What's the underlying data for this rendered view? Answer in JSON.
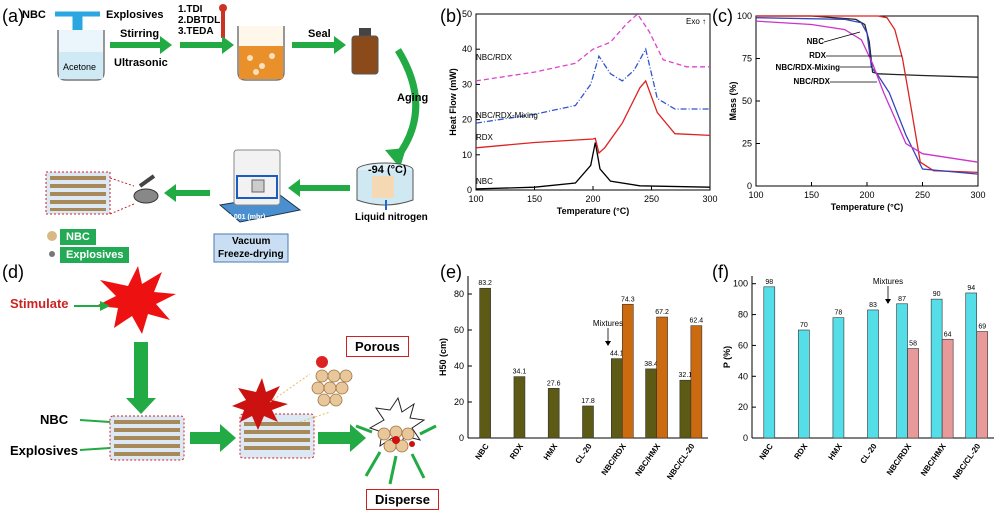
{
  "panel_labels": {
    "a": "(a)",
    "b": "(b)",
    "c": "(c)",
    "d": "(d)",
    "e": "(e)",
    "f": "(f)"
  },
  "panel_a": {
    "nbc": "NBC",
    "explosives": "Explosives",
    "acetone": "Acetone",
    "stirring": "Stirring",
    "ultrasonic": "Ultrasonic",
    "reagents": [
      "1.TDI",
      "2.DBTDL",
      "3.TEDA"
    ],
    "seal": "Seal",
    "aging": "Aging",
    "temp": "-94 (°C)",
    "liquid_nitrogen": "Liquid nitrogen",
    "pressure": "0.001 (mbr)",
    "vacuum": "Vacuum",
    "freeze": "Freeze-drying",
    "legend_nbc": "NBC",
    "legend_explosives": "Explosives"
  },
  "panel_d": {
    "stimulate": "Stimulate",
    "porous": "Porous",
    "nbc": "NBC",
    "explosives": "Explosives",
    "disperse": "Disperse"
  },
  "chart_data": [
    {
      "type": "line",
      "panel": "b",
      "xlabel": "Temperature (°C)",
      "ylabel": "Heat Flow (mW)",
      "xlim": [
        100,
        300
      ],
      "ylim": [
        0,
        50
      ],
      "xticks": [
        100,
        150,
        200,
        250,
        300
      ],
      "yticks": [
        0,
        10,
        20,
        30,
        40,
        50
      ],
      "annotation": "Exo",
      "series": [
        {
          "name": "NBC",
          "color": "#000000",
          "style": "solid",
          "x": [
            100,
            150,
            185,
            198,
            202,
            206,
            215,
            240,
            300
          ],
          "y": [
            0.3,
            0.8,
            2.0,
            7.0,
            13.5,
            6.0,
            2.5,
            1.2,
            0.8
          ]
        },
        {
          "name": "RDX",
          "color": "#dd2222",
          "style": "solid",
          "x": [
            100,
            150,
            200,
            202,
            205,
            210,
            225,
            240,
            245,
            255,
            270,
            300
          ],
          "y": [
            12,
            13.5,
            14.5,
            14.7,
            10.5,
            12.0,
            19,
            29,
            31,
            22,
            16,
            15.5
          ]
        },
        {
          "name": "NBC/RDX-Mixing",
          "color": "#3355cc",
          "style": "dashdot",
          "x": [
            100,
            150,
            185,
            198,
            205,
            215,
            225,
            235,
            245,
            255,
            270,
            300
          ],
          "y": [
            19,
            21.5,
            24,
            30,
            38,
            33,
            31,
            34,
            40,
            26,
            23,
            23
          ]
        },
        {
          "name": "NBC/RDX",
          "color": "#dd44cc",
          "style": "dash",
          "x": [
            100,
            150,
            185,
            200,
            215,
            228,
            238,
            248,
            260,
            280,
            300
          ],
          "y": [
            31,
            33.5,
            36,
            40,
            42,
            47,
            50,
            45,
            37,
            35,
            35
          ]
        }
      ]
    },
    {
      "type": "line",
      "panel": "c",
      "xlabel": "Temperature (°C)",
      "ylabel": "Mass (%)",
      "xlim": [
        100,
        300
      ],
      "ylim": [
        0,
        100
      ],
      "xticks": [
        100,
        150,
        200,
        250,
        300
      ],
      "yticks": [
        0,
        25,
        50,
        75,
        100
      ],
      "series": [
        {
          "name": "NBC",
          "color": "#222222",
          "x": [
            100,
            150,
            190,
            198,
            202,
            205,
            210,
            250,
            300
          ],
          "y": [
            100,
            100,
            98,
            95,
            85,
            67,
            66,
            65,
            64
          ]
        },
        {
          "name": "RDX",
          "color": "#dd2222",
          "x": [
            100,
            180,
            210,
            218,
            225,
            232,
            240,
            248,
            260,
            300
          ],
          "y": [
            100,
            100,
            100,
            99,
            92,
            75,
            45,
            14,
            9,
            8
          ]
        },
        {
          "name": "NBC/RDX-Mixing",
          "color": "#3344bb",
          "x": [
            100,
            180,
            195,
            200,
            204,
            210,
            220,
            235,
            250,
            300
          ],
          "y": [
            99,
            98,
            96,
            90,
            70,
            65,
            55,
            30,
            10,
            7
          ]
        },
        {
          "name": "NBC/RDX",
          "color": "#cc33cc",
          "x": [
            100,
            150,
            180,
            195,
            205,
            215,
            225,
            235,
            250,
            300
          ],
          "y": [
            97,
            95,
            92,
            86,
            72,
            55,
            40,
            25,
            19,
            14
          ]
        }
      ]
    },
    {
      "type": "bar",
      "panel": "e",
      "ylabel": "H50 (cm)",
      "ylim": [
        0,
        90
      ],
      "yticks": [
        0,
        20,
        40,
        60,
        80
      ],
      "categories": [
        "NBC",
        "RDX",
        "HMX",
        "CL-20",
        "NBC/RDX",
        "NBC/HMX",
        "NBC/CL-20"
      ],
      "series": [
        {
          "color": "#5c5a14",
          "values": [
            83.2,
            34.1,
            27.6,
            17.8,
            44.1,
            38.4,
            32.1
          ]
        },
        {
          "color": "#cc6a10",
          "values": [
            null,
            null,
            null,
            null,
            74.3,
            67.2,
            62.4
          ]
        }
      ],
      "annotation": "Mixtures"
    },
    {
      "type": "bar",
      "panel": "f",
      "ylabel": "P (%)",
      "ylim": [
        0,
        105
      ],
      "yticks": [
        0,
        20,
        40,
        60,
        80,
        100
      ],
      "categories": [
        "NBC",
        "RDX",
        "HMX",
        "CL-20",
        "NBC/RDX",
        "NBC/HMX",
        "NBC/CL-20"
      ],
      "series": [
        {
          "color": "#55dde8",
          "values": [
            98,
            70,
            78,
            83,
            87,
            90,
            94
          ]
        },
        {
          "color": "#e89a9a",
          "values": [
            null,
            null,
            null,
            null,
            58,
            64,
            69
          ]
        }
      ],
      "annotation": "Mixtures"
    }
  ]
}
